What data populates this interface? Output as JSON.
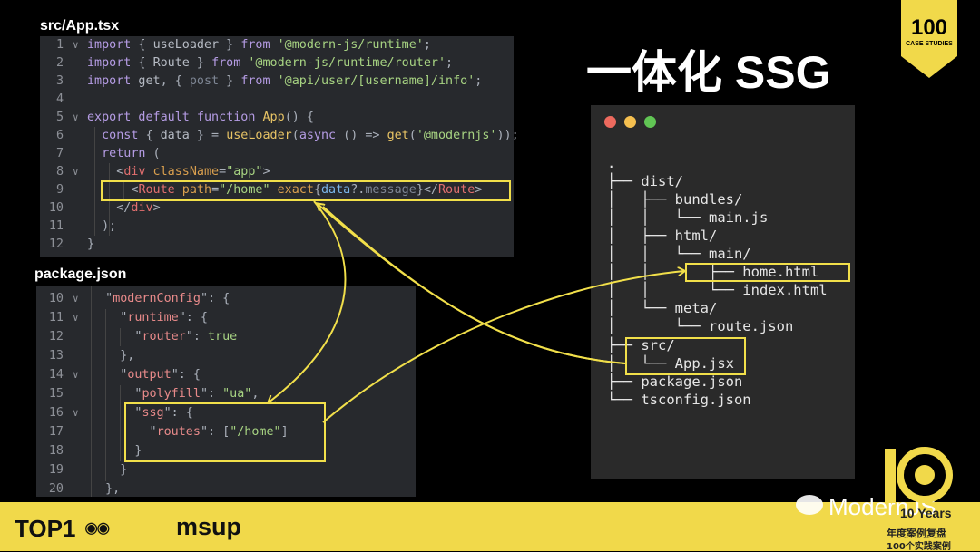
{
  "slide_title": "一体化 SSG",
  "app_panel": {
    "title": "src/App.tsx",
    "lines": [
      "1",
      "2",
      "3",
      "4",
      "5",
      "6",
      "7",
      "8",
      "9",
      "10",
      "11",
      "12"
    ]
  },
  "pkg_panel": {
    "title": "package.json",
    "lines": [
      "10",
      "11",
      "12",
      "13",
      "14",
      "15",
      "16",
      "17",
      "18",
      "19",
      "20"
    ]
  },
  "terminal": {
    "tree": [
      ".",
      "├── dist/",
      "│   ├── bundles/",
      "│   │   └── main.js",
      "│   ├── html/",
      "│   │   └── main/",
      "│   │       ├── home.html",
      "│   │       └── index.html",
      "│   └── meta/",
      "│       └── route.json",
      "├── src/",
      "│   └── App.jsx",
      "├── package.json",
      "└── tsconfig.json"
    ],
    "dot_colors": [
      "#ed6a5e",
      "#f5bf4f",
      "#61c554"
    ]
  },
  "badge": {
    "number": "100",
    "caption": "CASE STUDIES"
  },
  "footer": {
    "brand_top": "TOP1",
    "brand_msup": "msup",
    "watermark": "ModernJS",
    "years_label": "10 Years",
    "cn_line1": "年度案例复盘",
    "cn_line2": "100个实践案例"
  },
  "accent": "#f1df4a"
}
